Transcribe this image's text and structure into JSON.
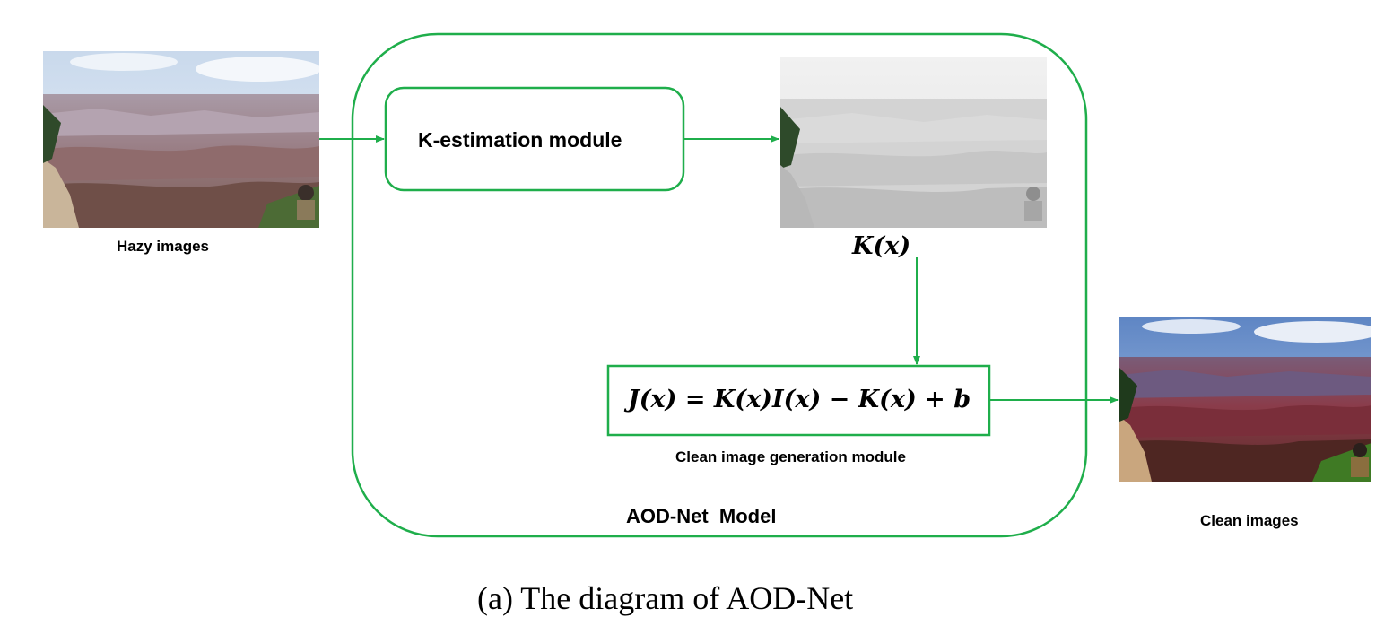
{
  "diagram": {
    "input_label": "Hazy images",
    "k_module_label": "K-estimation module",
    "k_map_label": "K(x)",
    "formula": "J(x) = K(x)I(x) − K(x) + b",
    "clean_module_label": "Clean image generation module",
    "model_label": "AOD-Net  Model",
    "output_label": "Clean images",
    "caption": "(a) The diagram of AOD-Net"
  },
  "colors": {
    "accent_green": "#1fae4b"
  }
}
